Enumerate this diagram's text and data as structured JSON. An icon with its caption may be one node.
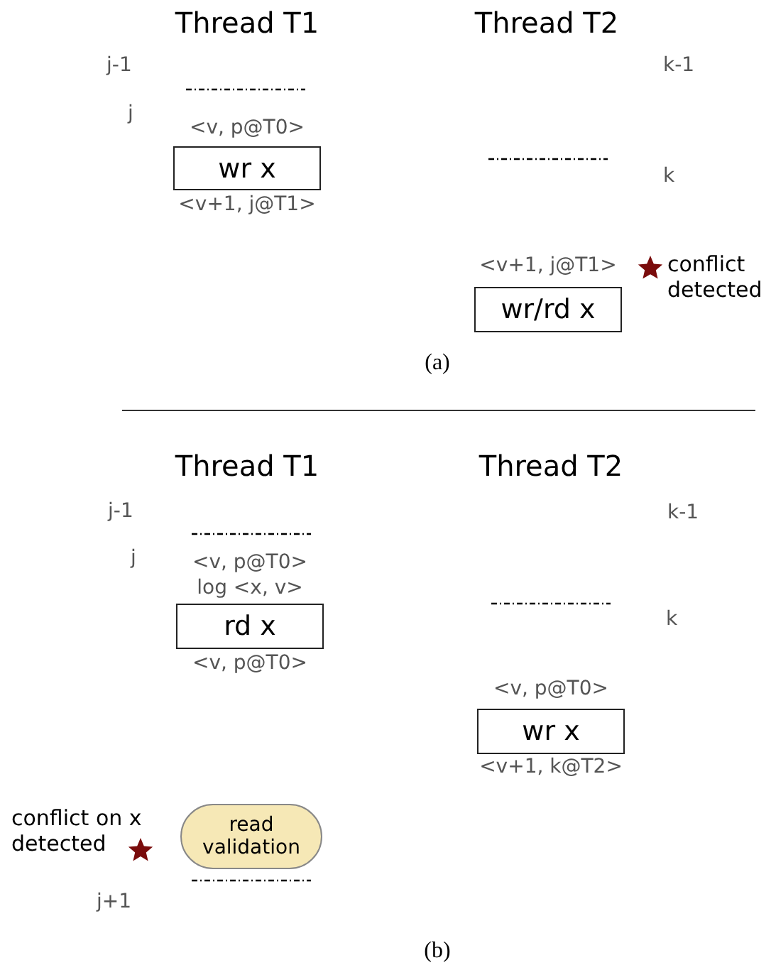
{
  "diagram": {
    "nodes": [
      {
        "text": [
          "wr x"
        ],
        "beside": [
          "<v, p@T0>",
          "<v+1, j@T1>"
        ]
      },
      {
        "text": [
          "wr/rd x"
        ],
        "beside": [
          "<v+1, j@T1>"
        ]
      },
      {
        "text": [
          "rd x"
        ],
        "beside": [
          "<v, p@T0>",
          "log <x, v>",
          "<v, p@T0>"
        ]
      },
      {
        "text": [
          "wr x"
        ],
        "beside": [
          "<v, p@T0>",
          "<v+1, k@T2>"
        ]
      },
      {
        "text": [
          "read validation"
        ]
      }
    ],
    "edges": [],
    "labels": [
      "Thread T1",
      "Thread T2",
      "j-1",
      "k-1",
      "j",
      "k",
      "conflict detected",
      "(a)",
      "Thread T1",
      "Thread T2",
      "j-1",
      "k-1",
      "j",
      "k",
      "conflict on x detected",
      "j+1",
      "(b)"
    ]
  }
}
